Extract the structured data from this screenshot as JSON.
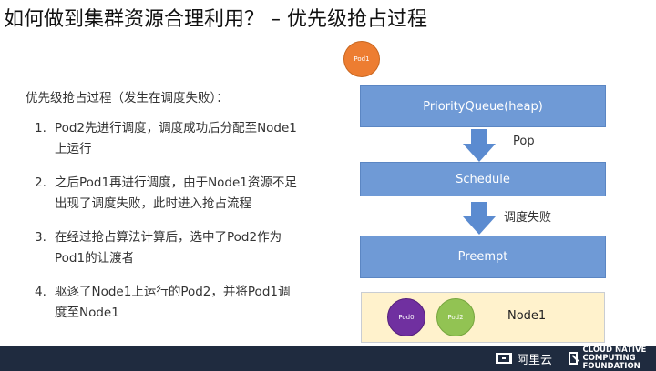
{
  "title": "如何做到集群资源合理利用？ – 优先级抢占过程",
  "intro": "优先级抢占过程（发生在调度失败）：",
  "steps": [
    {
      "num": "1.",
      "line1": "Pod2先进行调度，调度成功后分配至Node1",
      "line2": "上运行"
    },
    {
      "num": "2.",
      "line1": "之后Pod1再进行调度，由于Node1资源不足",
      "line2": "出现了调度失败，此时进入抢占流程"
    },
    {
      "num": "3.",
      "line1": "在经过抢占算法计算后，选中了Pod2作为",
      "line2": "Pod1的让渡者"
    },
    {
      "num": "4.",
      "line1": "驱逐了Node1上运行的Pod2，并将Pod1调",
      "line2": "度至Node1"
    }
  ],
  "diagram": {
    "pod_top": "Pod1",
    "priority_queue": "PriorityQueue(heap)",
    "arrow1_label": "Pop",
    "schedule": "Schedule",
    "arrow2_label": "调度失败",
    "preempt": "Preempt",
    "node": {
      "label": "Node1",
      "pods": [
        "Pod0",
        "Pod2"
      ]
    }
  },
  "footer": {
    "aliyun": "阿里云",
    "cncf_line1": "CLOUD NATIVE",
    "cncf_line2": "COMPUTING FOUNDATION"
  },
  "colors": {
    "bar": "#6F9AD6",
    "arrow": "#5B8BD0",
    "pod1": "#ED7D31",
    "pod0": "#7030A0",
    "pod2": "#92C353",
    "node_bg": "#FFF2CC",
    "footer": "#1f2b3f"
  }
}
